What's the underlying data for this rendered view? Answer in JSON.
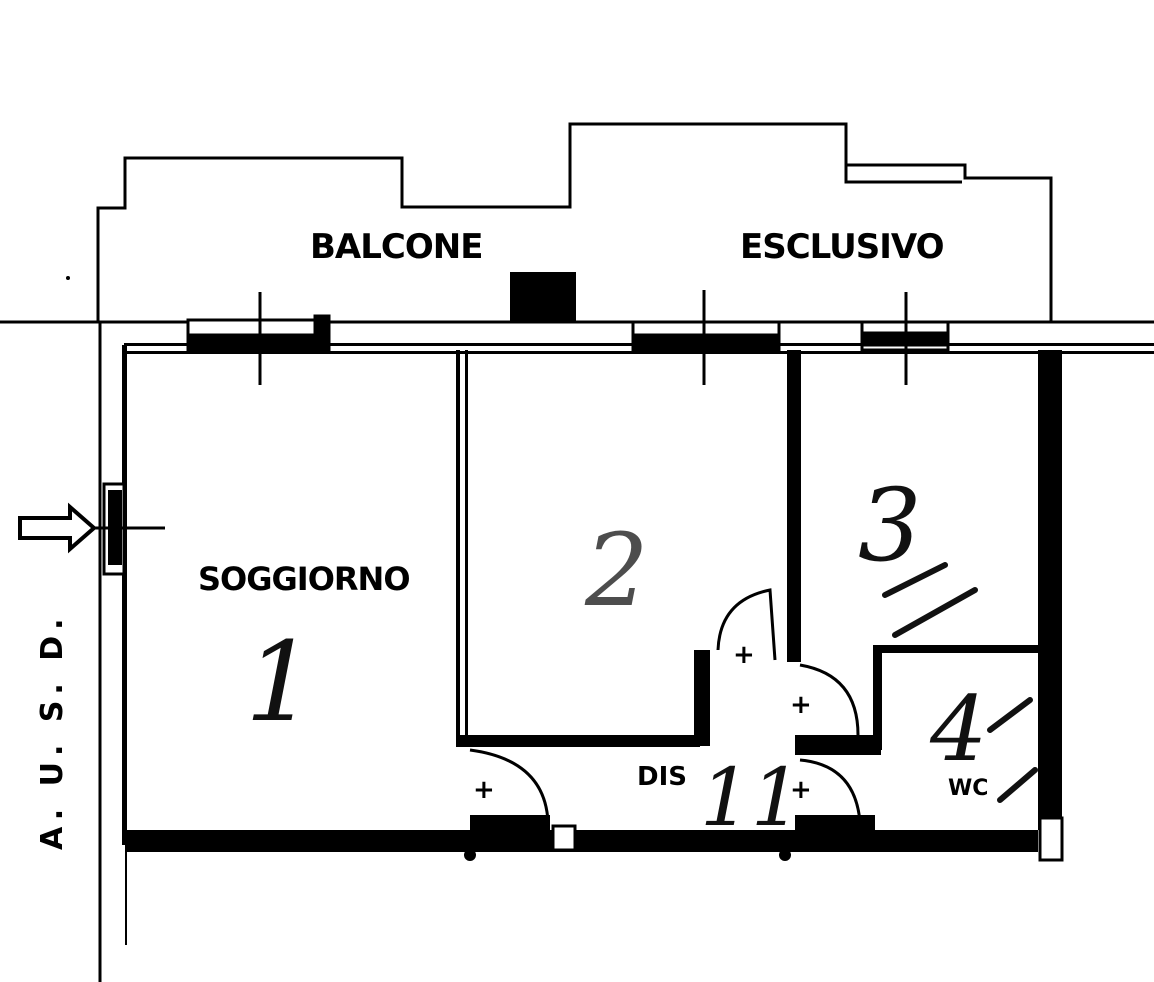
{
  "labels": {
    "balcone": "BALCONE",
    "esclusivo": "ESCLUSIVO",
    "soggiorno": "SOGGIORNO",
    "dis": "DIS",
    "wc": "WC",
    "street": "A. U. S. D."
  },
  "room_numbers": {
    "room1": "1",
    "room2": "2",
    "room3": "3",
    "room4": "4",
    "dis_mark": "11"
  },
  "colors": {
    "ink": "#000000",
    "paper": "#ffffff"
  },
  "icons": [
    "entrance-arrow-icon",
    "door-swing-icon",
    "window-icon",
    "chimney-flue-icon"
  ]
}
